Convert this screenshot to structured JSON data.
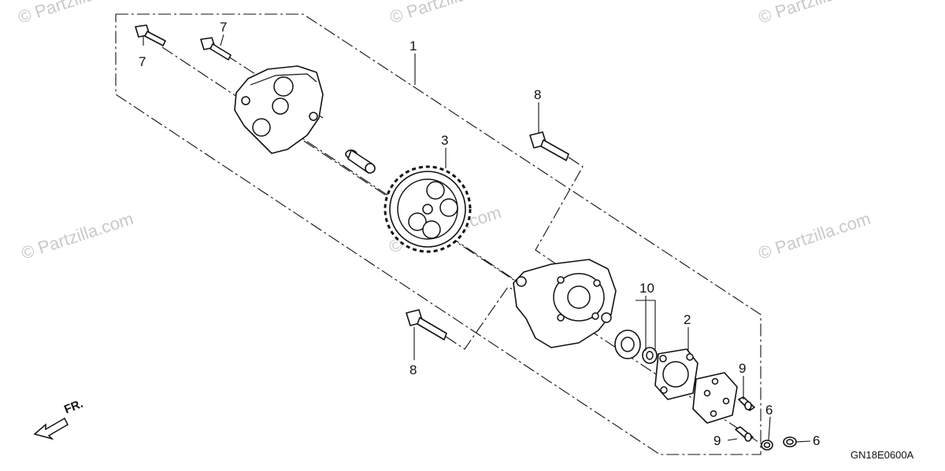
{
  "watermarks": [
    "© Partzilla.com",
    "© Partzilla.com",
    "© Partzilla.com",
    "© Partzilla.com",
    "© Partzilla.com",
    "© Partzilla.com"
  ],
  "callouts": {
    "c1": "1",
    "c2": "2",
    "c3": "3",
    "c6a": "6",
    "c6b": "6",
    "c7a": "7",
    "c7b": "7",
    "c8a": "8",
    "c8b": "8",
    "c9a": "9",
    "c9b": "9",
    "c10": "10"
  },
  "front_arrow": {
    "label": "FR.",
    "icon": "front-direction-arrow-icon"
  },
  "diagram_code": "GN18E0600A"
}
